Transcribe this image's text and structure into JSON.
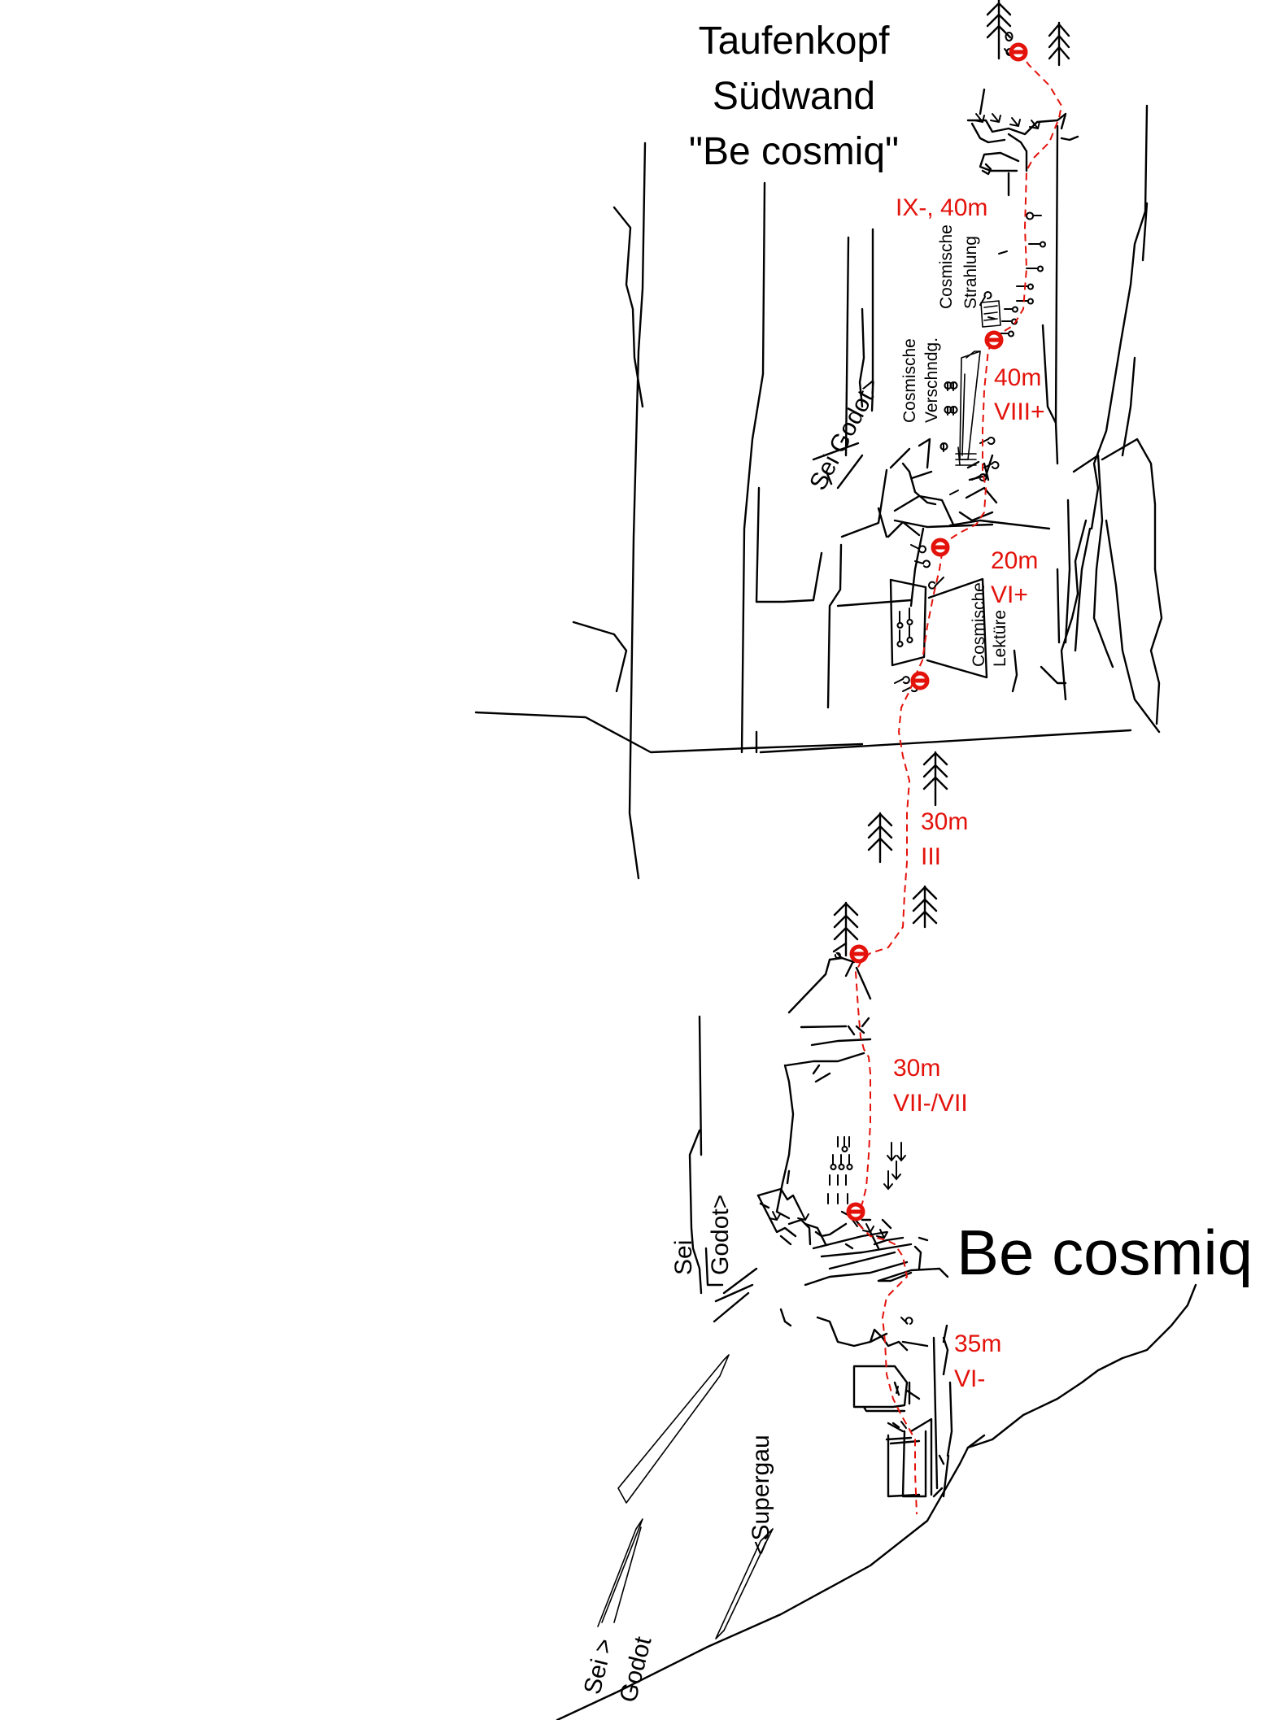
{
  "title": {
    "line1": "Taufenkopf",
    "line2": "Südwand",
    "line3": "\"Be cosmiq\""
  },
  "route_name": "Be cosmiq",
  "neighbour_routes": {
    "sei_godot_upper": "Sei Godot>",
    "sei_godot_mid_1": "Sei",
    "sei_godot_mid_2": "Godot>",
    "sei_godot_low_1": "Sei >",
    "sei_godot_low_2": "Godot",
    "supergau": "<Supergau"
  },
  "features": {
    "strahlung_1": "Cosmische",
    "strahlung_2": "Strahlung",
    "verschn_1": "Cosmische",
    "verschn_2": "Verschndg.",
    "lektuere_1": "Cosmische",
    "lektuere_2": "Lektüre"
  },
  "pitches": [
    {
      "length": "IX-, 40m",
      "grade": ""
    },
    {
      "length": "40m",
      "grade": "VIII+"
    },
    {
      "length": "20m",
      "grade": "VI+"
    },
    {
      "length": "30m",
      "grade": "III"
    },
    {
      "length": "30m",
      "grade": "VII-/VII"
    },
    {
      "length": "35m",
      "grade": "VI-"
    }
  ],
  "colors": {
    "route": "#e3120b",
    "rock": "#000000",
    "background": "#ffffff"
  }
}
